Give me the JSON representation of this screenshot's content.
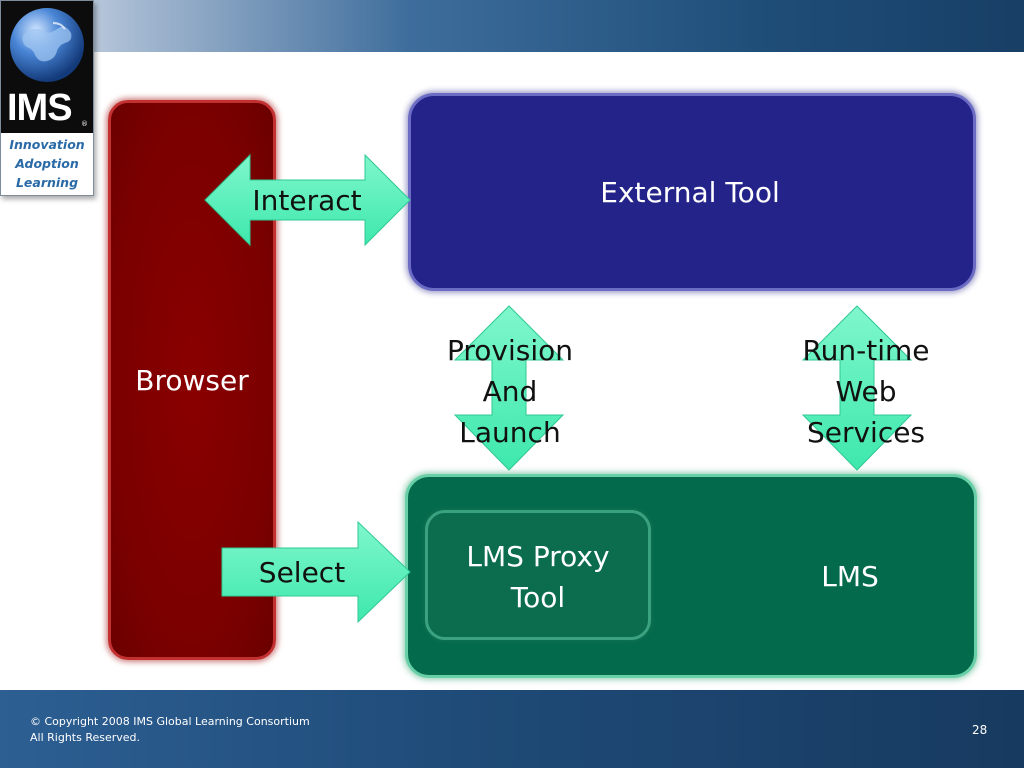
{
  "logo": {
    "mark": "IMS",
    "registered": "®",
    "tagline": [
      "Innovation",
      "Adoption",
      "Learning"
    ]
  },
  "diagram": {
    "browser": "Browser",
    "external_tool": "External Tool",
    "lms": "LMS",
    "lms_proxy_tool": [
      "LMS Proxy",
      "Tool"
    ],
    "arrows": {
      "interact": "Interact",
      "select": "Select",
      "provision_launch": [
        "Provision",
        "And",
        "Launch"
      ],
      "runtime_services": [
        "Run-time",
        "Web",
        "Services"
      ]
    }
  },
  "footer": {
    "copyright_line1": "© Copyright 2008  IMS Global Learning Consortium",
    "copyright_line2": "All Rights Reserved.",
    "page_number": "28"
  },
  "colors": {
    "browser": "#7a0000",
    "external_tool": "#232389",
    "lms": "#046a4c",
    "arrow_fill": "#4ff0b8",
    "header_bar": "#1e4d78"
  }
}
